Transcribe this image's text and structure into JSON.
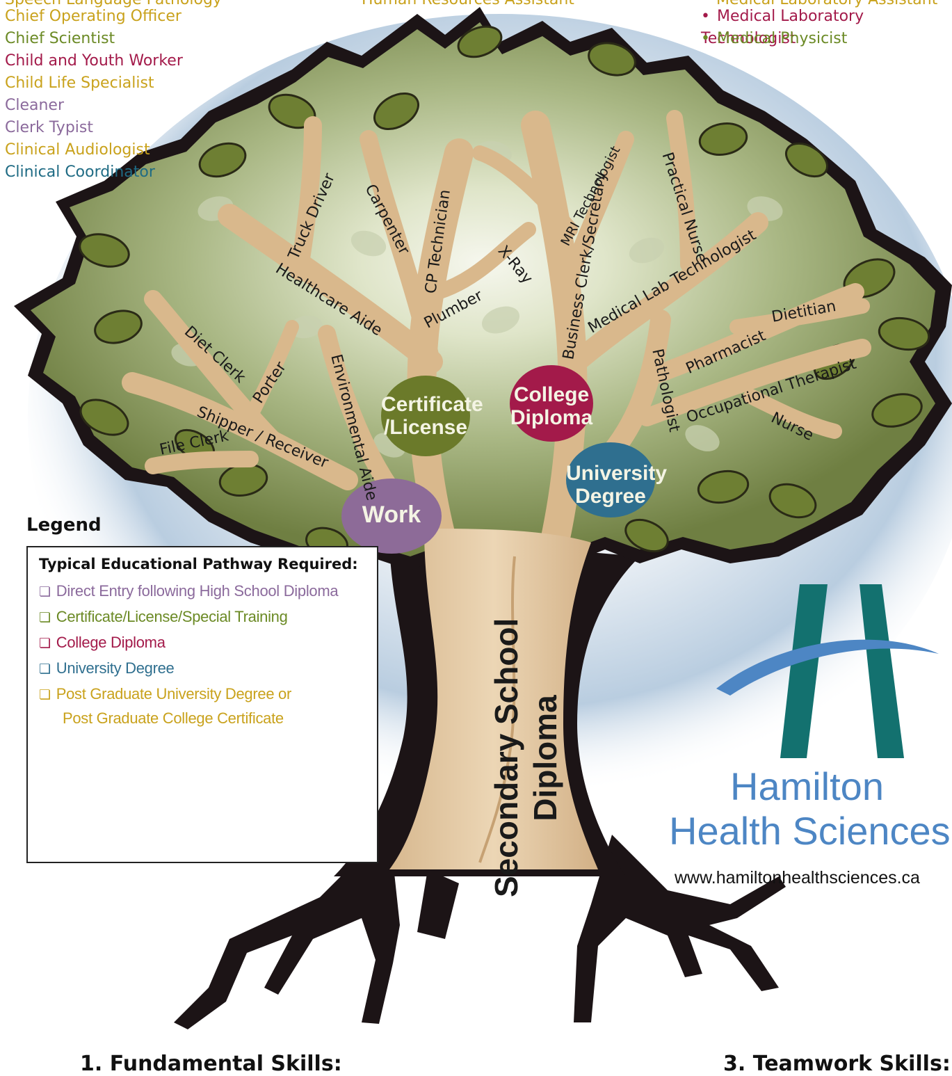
{
  "left_jobs": [
    {
      "label": "Speech Language Pathology",
      "color": "#c9a21c"
    },
    {
      "label": "Chief Operating Officer",
      "color": "#c9a21c"
    },
    {
      "label": "Chief Scientist",
      "color": "#6b8a25"
    },
    {
      "label": "Child and Youth Worker",
      "color": "#a31a4a"
    },
    {
      "label": "Child Life Specialist",
      "color": "#c9a21c"
    },
    {
      "label": "Cleaner",
      "color": "#8b6a9c"
    },
    {
      "label": "Clerk Typist",
      "color": "#8b6a9c"
    },
    {
      "label": "Clinical Audiologist",
      "color": "#c9a21c"
    },
    {
      "label": "Clinical Coordinator",
      "color": "#1f6b84"
    }
  ],
  "center_top_job": {
    "label": "Human Resources Assistant",
    "color": "#c9a21c"
  },
  "right_jobs": [
    {
      "label": "Medical Laboratory Assistant",
      "color": "#c9a21c"
    },
    {
      "label": "Medical Laboratory Technologist",
      "color": "#a31a4a"
    },
    {
      "label": "Medical Physicist",
      "color": "#6b8a25"
    }
  ],
  "branch_labels": {
    "truck_driver": "Truck Driver",
    "carpenter": "Carpenter",
    "cp_technician": "CP Technician",
    "x_ray": "X-Ray",
    "business_clerk": "Business Clerk/Secretary",
    "mri": "MRI Technologist",
    "practical_nurse": "Practical Nurse",
    "healthcare_aide": "Healthcare Aide",
    "plumber": "Plumber",
    "medical_lab": "Medical Lab Technologist",
    "diet_clerk": "Diet Clerk",
    "porter": "Porter",
    "environmental_aide": "Environmental Aide",
    "shipper": "Shipper / Receiver",
    "file_clerk": "File Clerk",
    "pathologist": "Pathologist",
    "pharmacist": "Pharmacist",
    "dietitian": "Dietitian",
    "occupational_therapist": "Occupational Therapist",
    "nurse": "Nurse"
  },
  "pathway_ovals": {
    "certificate": {
      "line1": "Certificate",
      "line2": "/License",
      "color": "#6b7a2a"
    },
    "college": {
      "line1": "College",
      "line2": "Diploma",
      "color": "#a31a4a"
    },
    "university": {
      "line1": "University",
      "line2": "Degree",
      "color": "#2f6f8f"
    },
    "work": {
      "line1": "Work",
      "color": "#8d6b98"
    }
  },
  "trunk_label": {
    "line1": "Secondary School",
    "line2": "Diploma"
  },
  "legend": {
    "title": "Legend",
    "subtitle": "Typical Educational Pathway Required:",
    "checkbox_glyph": "❏",
    "items": [
      {
        "label": "Direct Entry following High School Diploma",
        "color": "#8b6a9c"
      },
      {
        "label": "Certificate/License/Special Training",
        "color": "#6b8a25"
      },
      {
        "label": "College Diploma",
        "color": "#a31a4a"
      },
      {
        "label": "University Degree",
        "color": "#2f6f8f"
      },
      {
        "label": "Post Graduate University Degree or",
        "color": "#c9a21c"
      },
      {
        "label": "Post Graduate College Certificate",
        "color": "#c9a21c"
      }
    ]
  },
  "brand": {
    "name_line1": "Hamilton",
    "name_line2": "Health Sciences",
    "url": "www.hamiltonhealthsciences.ca",
    "color_teal": "#13716f",
    "color_blue": "#4d86c4"
  },
  "bottom_headings": {
    "left": "1. Fundamental Skills:",
    "right": "3. Teamwork Skills:"
  }
}
